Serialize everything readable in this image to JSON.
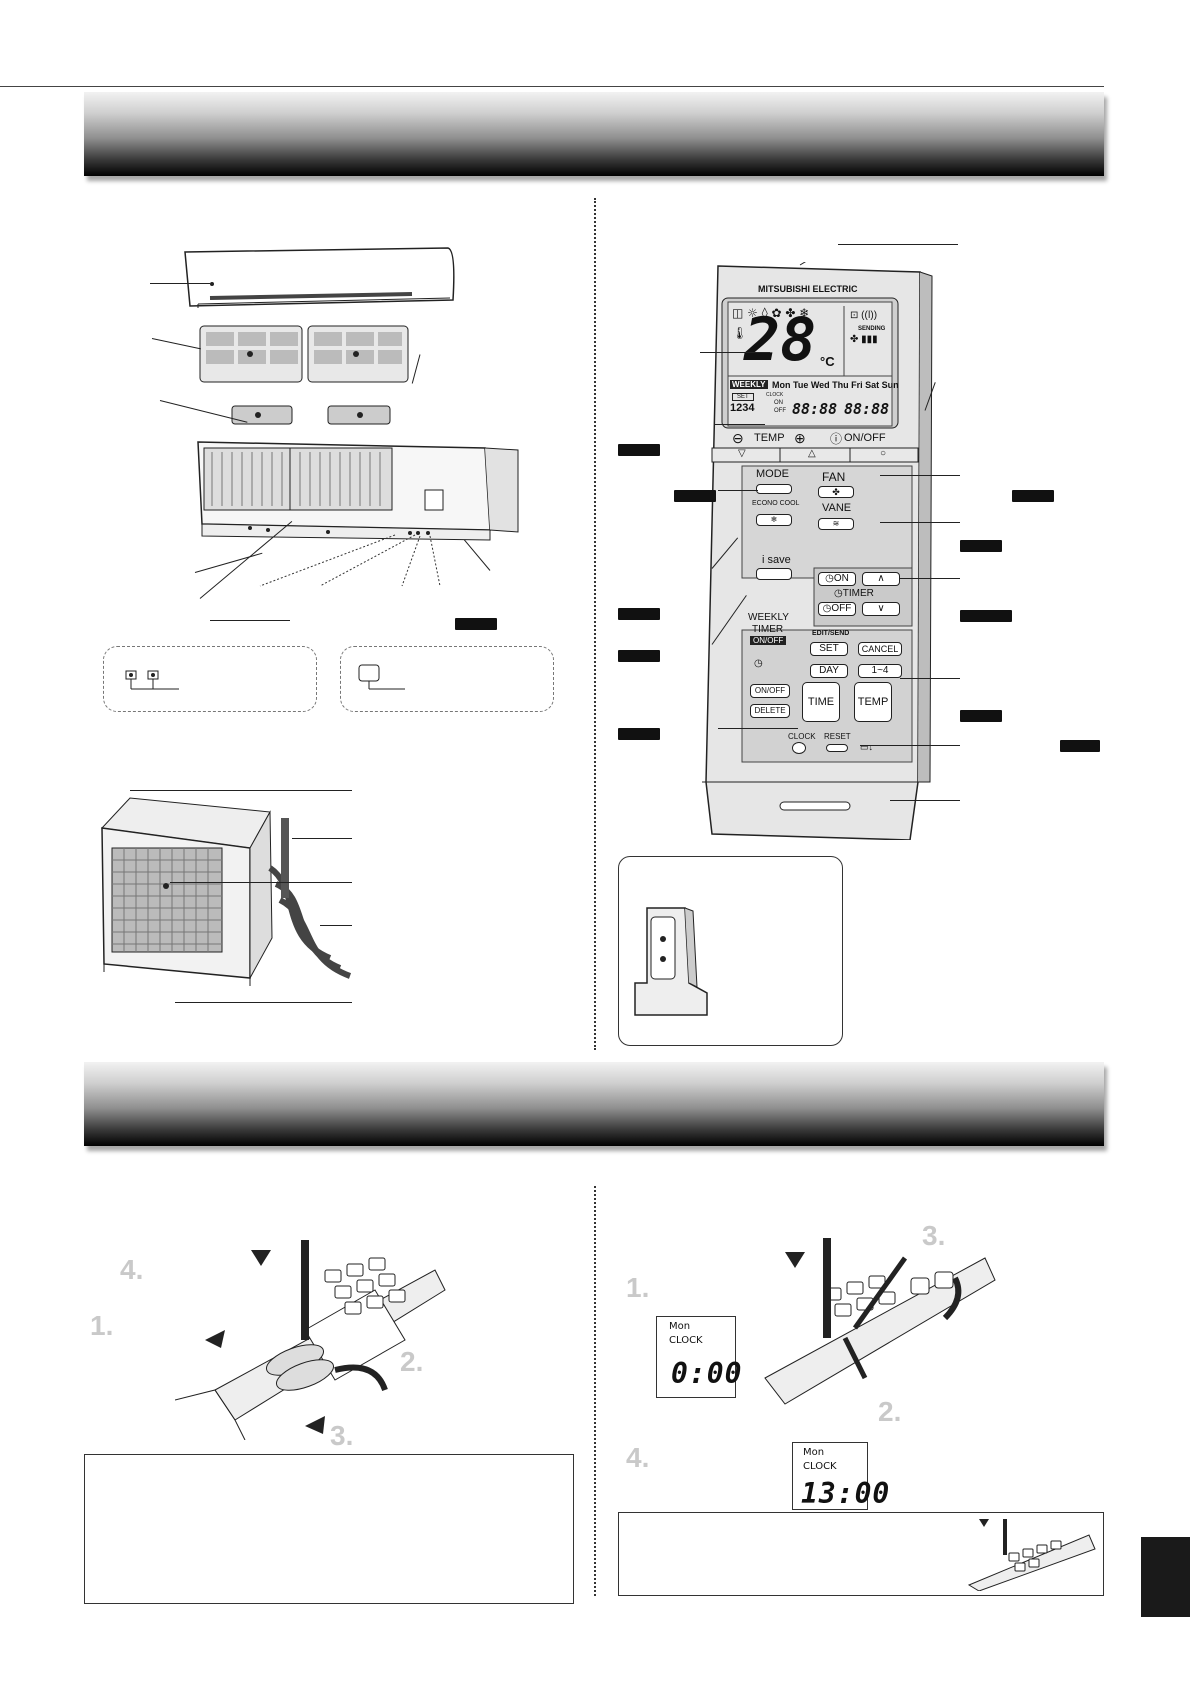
{
  "remote": {
    "brand": "MITSUBISHI ELECTRIC",
    "display": {
      "temp_digits": "28",
      "temp_unit": "°C",
      "sending": "SENDING",
      "weekly": "WEEKLY",
      "days": "Mon Tue Wed Thu Fri Sat Sun",
      "set": "SET",
      "numbers": "1234",
      "clock": "CLOCK",
      "on": "ON",
      "off": "OFF",
      "time1": "88:88",
      "time2": "88:88"
    },
    "buttons": {
      "temp": "TEMP",
      "on_off": "ON/OFF",
      "mode": "MODE",
      "fan": "FAN",
      "econo_cool": "ECONO COOL",
      "vane": "VANE",
      "i_save": "i save",
      "timer_on": "ON",
      "timer": "TIMER",
      "timer_off": "OFF",
      "weekly_timer_1": "WEEKLY",
      "weekly_timer_2": "TIMER",
      "weekly_on_off": "ON/OFF",
      "edit_send": "EDIT/SEND",
      "set": "SET",
      "cancel": "CANCEL",
      "day": "DAY",
      "one_to_four": "1~4",
      "on_off_small": "ON/OFF",
      "delete": "DELETE",
      "time": "TIME",
      "temp_small": "TEMP",
      "clock": "CLOCK",
      "reset": "RESET"
    }
  },
  "battery_steps": {
    "s1": "1.",
    "s2": "2.",
    "s3": "3.",
    "s4": "4."
  },
  "clock_steps": {
    "s1": "1.",
    "s2": "2.",
    "s3": "3.",
    "s4": "4."
  },
  "lcd_blink": {
    "day": "Mon",
    "clock": "CLOCK",
    "time": "0:00"
  },
  "lcd_set": {
    "day": "Mon",
    "clock": "CLOCK",
    "time": "13:00"
  }
}
